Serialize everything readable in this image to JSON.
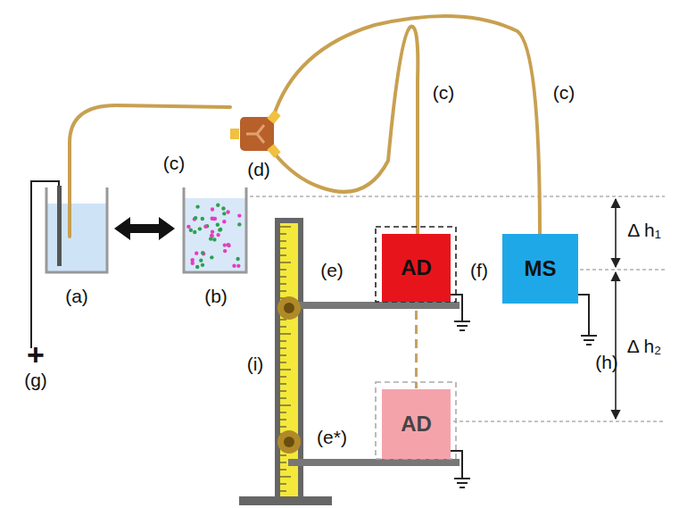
{
  "diagram": {
    "nodes": [
      {
        "text": [
          "AD"
        ]
      },
      {
        "text": [
          "MS"
        ]
      },
      {
        "text": [
          "AD"
        ]
      }
    ],
    "edges": [
      {
        "from": 0,
        "to": 2,
        "arrow": "none"
      }
    ],
    "labels": [
      "(c)",
      "(d)",
      "(c)",
      "(c)",
      "(a)",
      "(b)",
      "(e)",
      "(f)",
      "(g)",
      "(h)",
      "(i)",
      "(e*)",
      "+",
      "Δ h₁",
      "Δ h₂"
    ]
  }
}
